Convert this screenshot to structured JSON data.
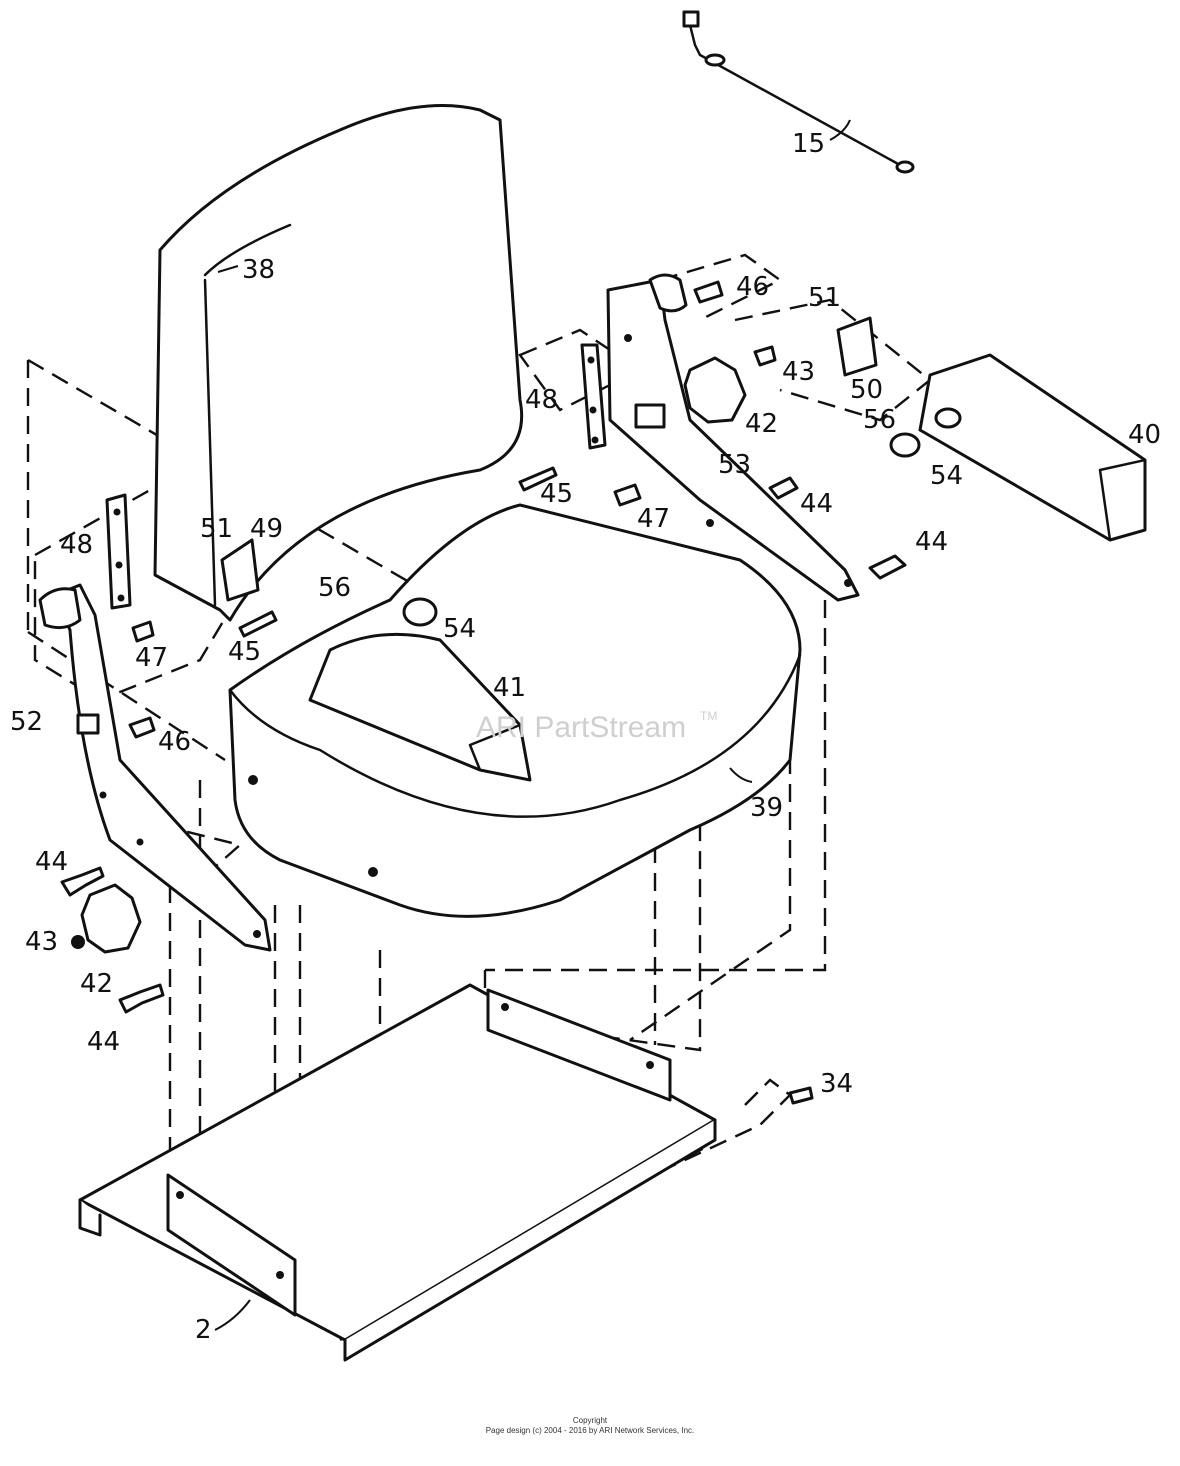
{
  "watermark": {
    "text": "ARI PartStream",
    "tm": "TM"
  },
  "footer": {
    "line1": "Copyright",
    "line2": "Page design (c) 2004 - 2016 by ARI Network Services, Inc."
  },
  "callouts": {
    "p15": "15",
    "p38": "38",
    "p46r": "46",
    "p51r": "51",
    "p43r": "43",
    "p48r": "48",
    "p50": "50",
    "p42r": "42",
    "p56r": "56",
    "p40": "40",
    "p53": "53",
    "p54r": "54",
    "p45r": "45",
    "p44r1": "44",
    "p47r": "47",
    "p44r2": "44",
    "p48l": "48",
    "p51l": "51",
    "p49": "49",
    "p56l": "56",
    "p54l": "54",
    "p45l": "45",
    "p47l": "47",
    "p41": "41",
    "p52": "52",
    "p46l": "46",
    "p39": "39",
    "p44l1": "44",
    "p43l": "43",
    "p42l": "42",
    "p44l2": "44",
    "p34": "34",
    "p2": "2"
  },
  "colors": {
    "ink": "#111111",
    "watermark": "#cfcfcf",
    "background": "#ffffff"
  }
}
